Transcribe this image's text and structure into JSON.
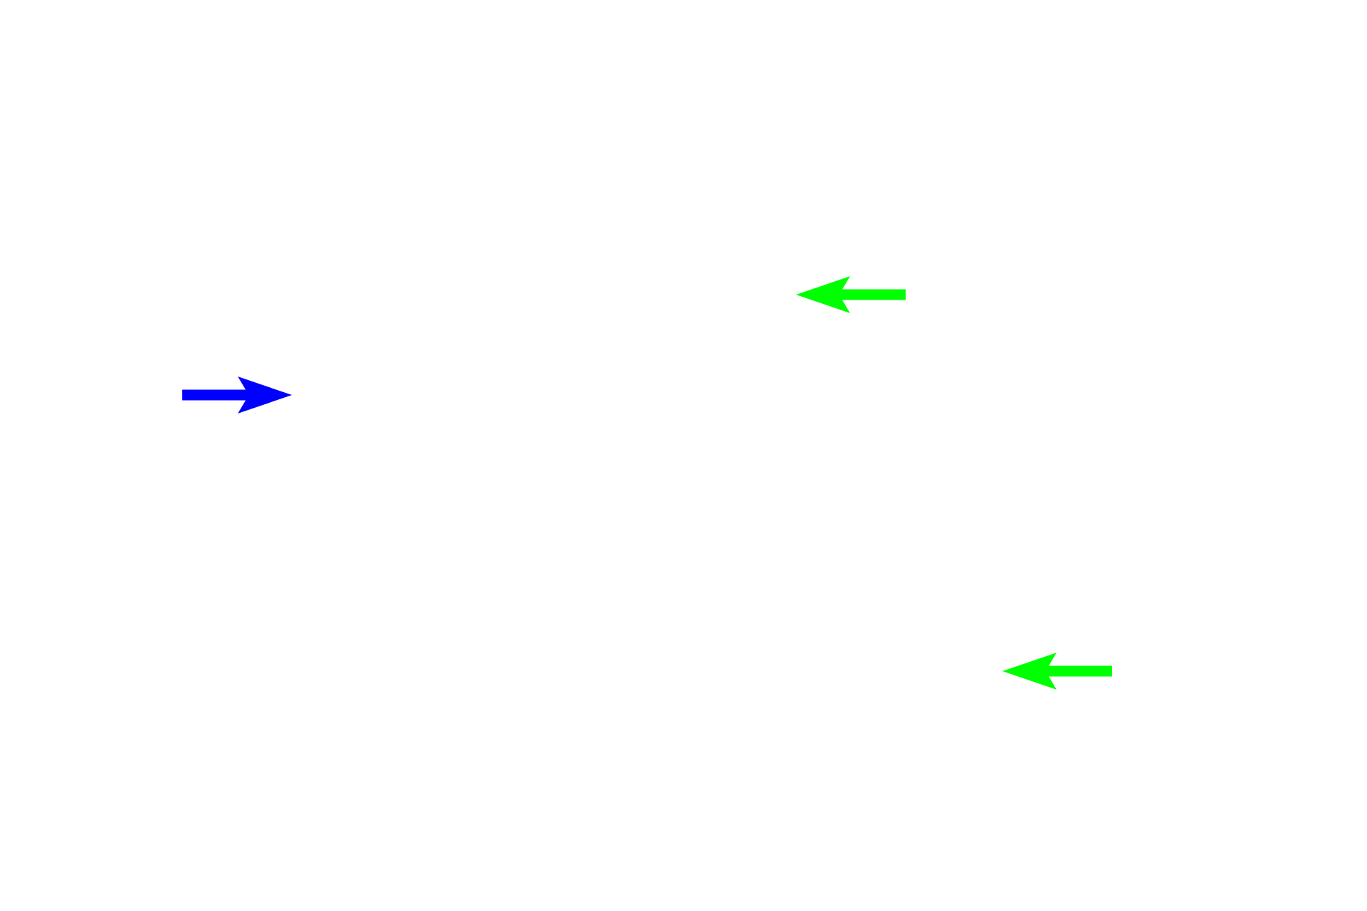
{
  "background_color": "#ffffff",
  "arrows": [
    {
      "id": "blue-arrow",
      "direction": "right",
      "color": "#0000ff"
    },
    {
      "id": "green-arrow-upper",
      "direction": "left",
      "color": "#00ff00"
    },
    {
      "id": "green-arrow-lower",
      "direction": "left",
      "color": "#00ff00"
    }
  ]
}
